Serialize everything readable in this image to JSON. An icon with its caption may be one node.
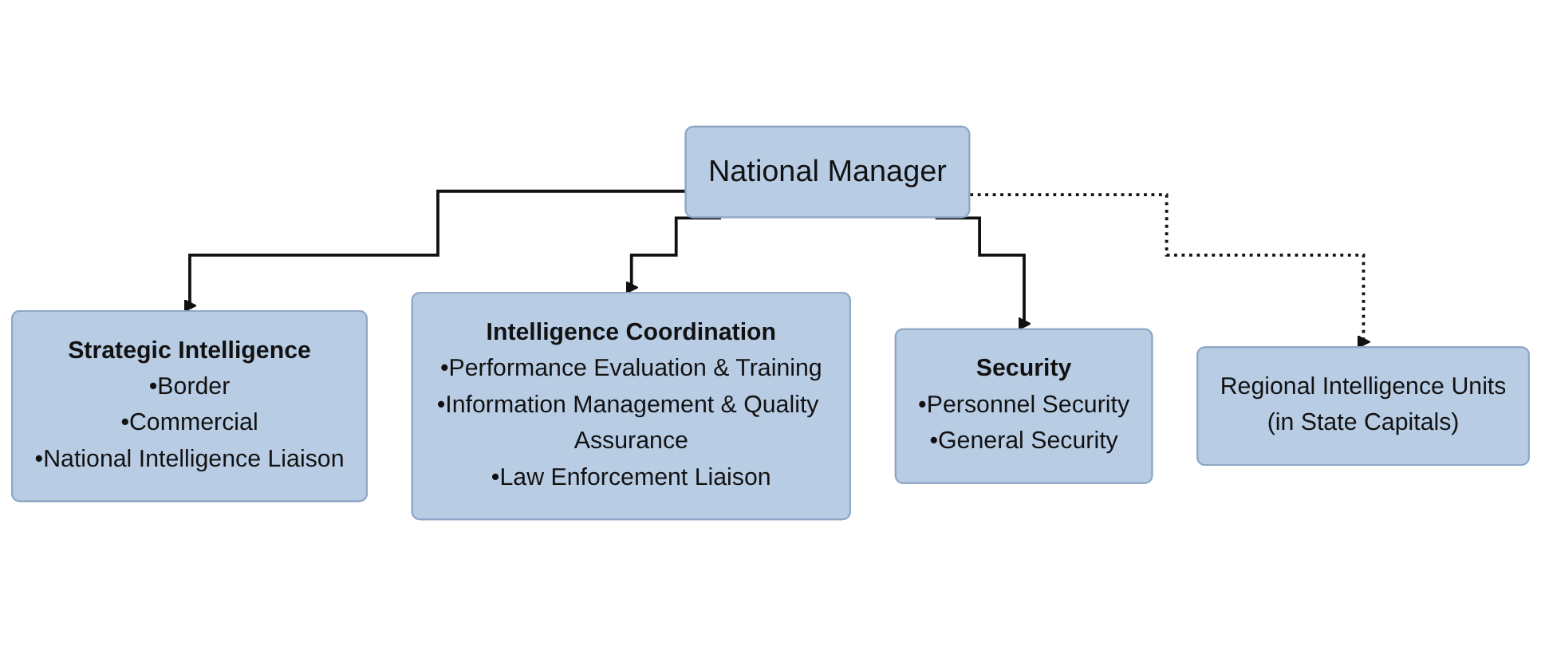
{
  "diagram": {
    "nodes": [
      {
        "text": [
          "National Manager"
        ]
      },
      {
        "text": [
          "Strategic Intelligence",
          "•Border",
          "•Commercial",
          "•National Intelligence Liaison"
        ]
      },
      {
        "text": [
          "Intelligence Coordination",
          "•Performance Evaluation & Training",
          "•Information Management & Quality Assurance",
          "•Law Enforcement Liaison"
        ]
      },
      {
        "text": [
          "Security",
          "•Personnel Security",
          "•General Security"
        ]
      },
      {
        "text": [
          "Regional Intelligence Units",
          "(in State Capitals)"
        ]
      }
    ],
    "edges": [
      {
        "from": 0,
        "to": 1,
        "arrow": "to"
      },
      {
        "from": 0,
        "to": 2,
        "arrow": "to"
      },
      {
        "from": 0,
        "to": 3,
        "arrow": "to"
      },
      {
        "from": 0,
        "to": 4,
        "arrow": "to",
        "style": "dashed"
      }
    ]
  }
}
